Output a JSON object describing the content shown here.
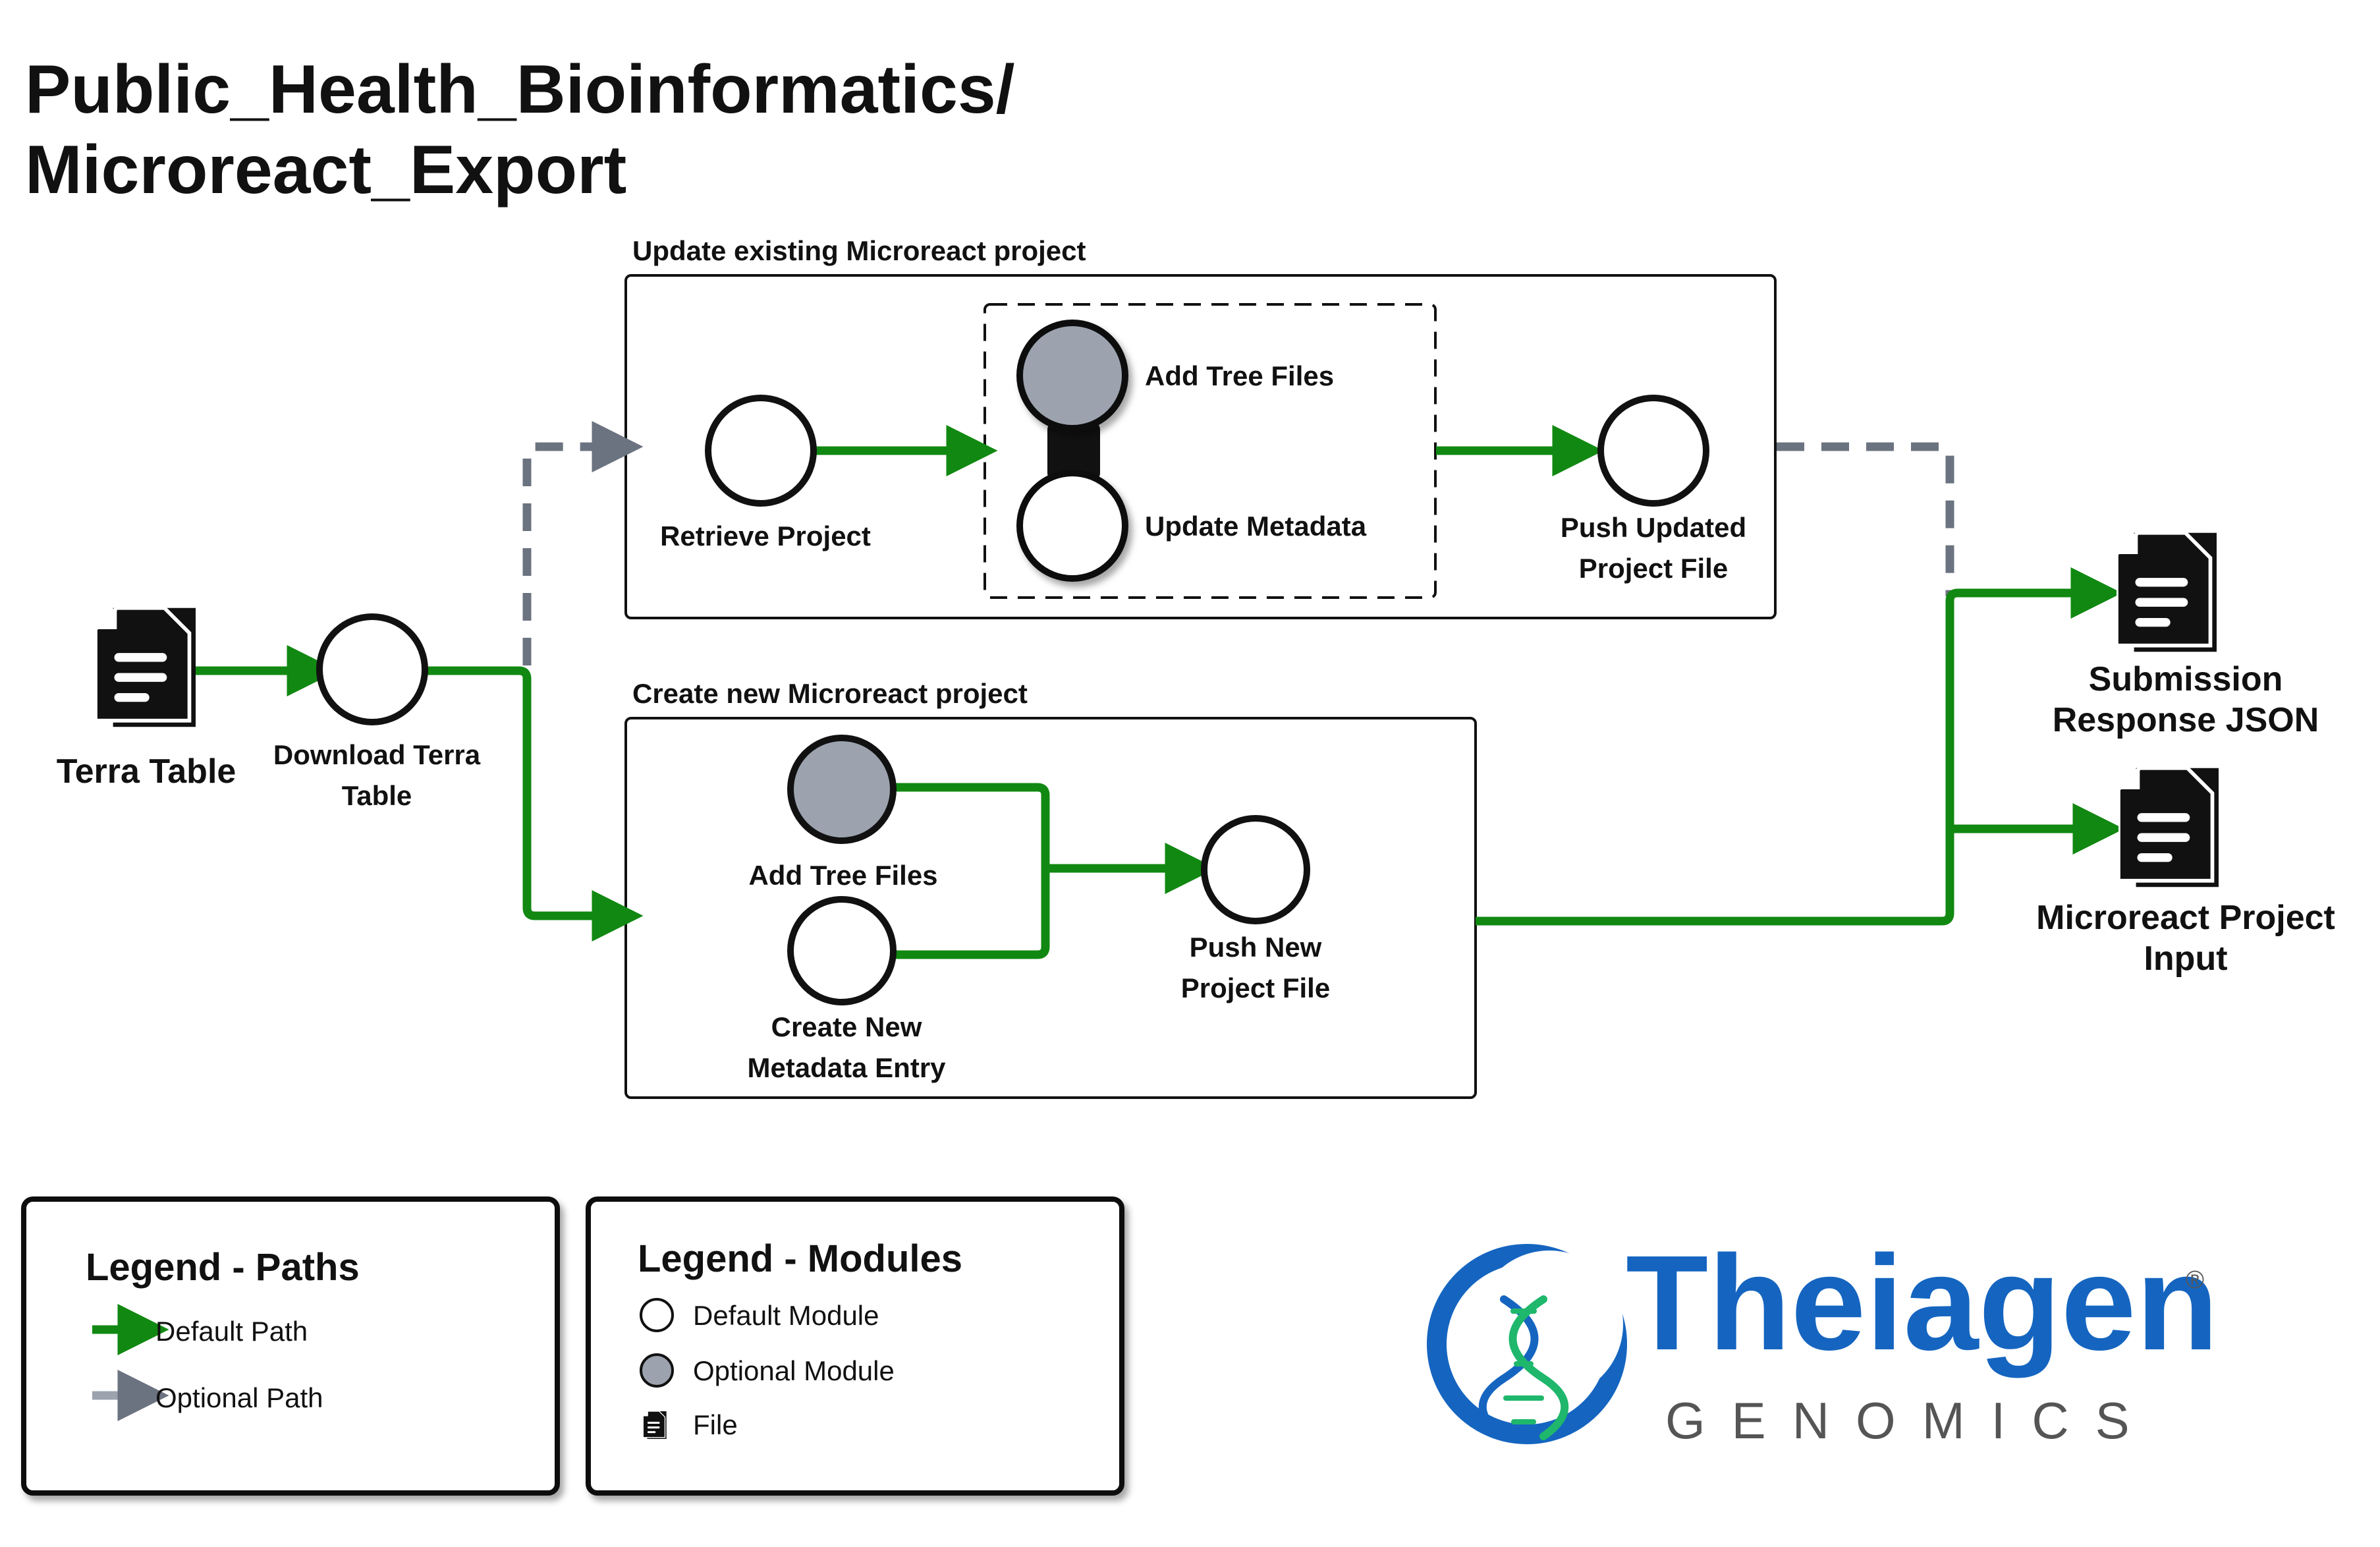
{
  "title": {
    "line1": "Public_Health_Bioinformatics/",
    "line2": "Microreact_Export"
  },
  "groups": {
    "update_title": "Update existing Microreact project",
    "create_title": "Create new Microreact project"
  },
  "inputs": {
    "terra_table": "Terra Table"
  },
  "modules": {
    "download_terra": [
      "Download Terra",
      "Table"
    ],
    "retrieve_project": "Retrieve Project",
    "update_add_tree": "Add Tree Files",
    "update_metadata": "Update Metadata",
    "push_updated": [
      "Push Updated",
      "Project File"
    ],
    "create_add_tree": "Add Tree Files",
    "create_metadata": [
      "Create New",
      "Metadata Entry"
    ],
    "push_new": [
      "Push New",
      "Project File"
    ]
  },
  "outputs": {
    "submission_json": [
      "Submission",
      "Response JSON"
    ],
    "microreact_input": [
      "Microreact Project",
      "Input"
    ]
  },
  "legend_paths": {
    "title": "Legend - Paths",
    "default": "Default Path",
    "optional": "Optional Path"
  },
  "legend_modules": {
    "title": "Legend - Modules",
    "default": "Default Module",
    "optional": "Optional Module",
    "file": "File"
  },
  "logo": {
    "name": "Theiagen",
    "tagline": "GENOMICS",
    "mark": "®"
  },
  "colors": {
    "default_path": "#118811",
    "optional_path": "#6b7280",
    "optional_module": "#9ca3af",
    "logo_blue": "#1565c0",
    "logo_green": "#1fb76b"
  },
  "icons": [
    "file-icon",
    "dna-icon"
  ]
}
